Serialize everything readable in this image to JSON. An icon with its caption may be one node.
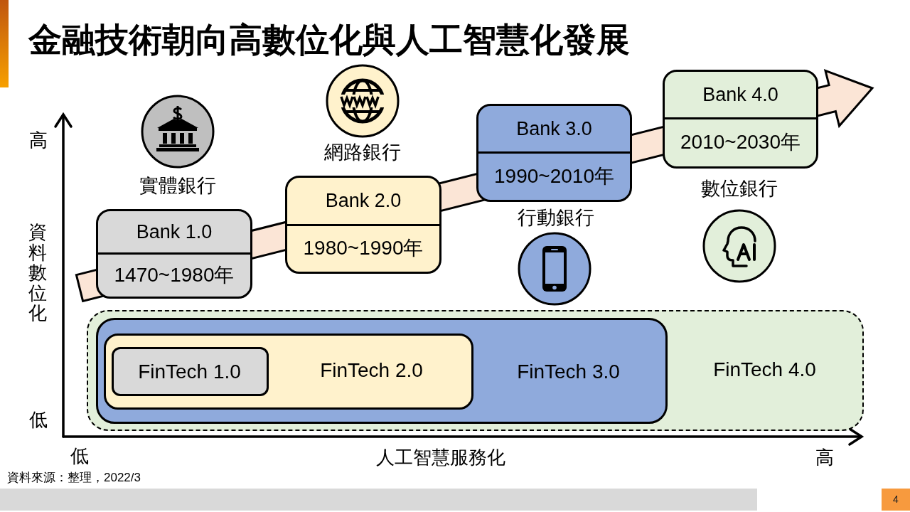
{
  "diagram": {
    "title": "金融技術朝向高數位化與人工智慧化發展",
    "nodes": [
      {
        "text": [
          "Bank 1.0",
          "1470~1980年"
        ],
        "beside": [
          "實體銀行"
        ]
      },
      {
        "text": [
          "Bank 2.0",
          "1980~1990年"
        ],
        "beside": [
          "網路銀行"
        ]
      },
      {
        "text": [
          "Bank 3.0",
          "1990~2010年"
        ],
        "beside": [
          "行動銀行"
        ]
      },
      {
        "text": [
          "Bank 4.0",
          "2010~2030年"
        ],
        "beside": [
          "數位銀行"
        ]
      },
      {
        "text": [
          "FinTech 4.0"
        ]
      },
      {
        "text": [
          "FinTech 3.0"
        ],
        "in": 4
      },
      {
        "text": [
          "FinTech 2.0"
        ],
        "in": 5
      },
      {
        "text": [
          "FinTech 1.0"
        ],
        "in": 6
      }
    ],
    "labels": [
      "高",
      "資料數位化",
      "低",
      "低",
      "人工智慧服務化",
      "高",
      "資料來源：整理，2022/3",
      "4"
    ]
  }
}
